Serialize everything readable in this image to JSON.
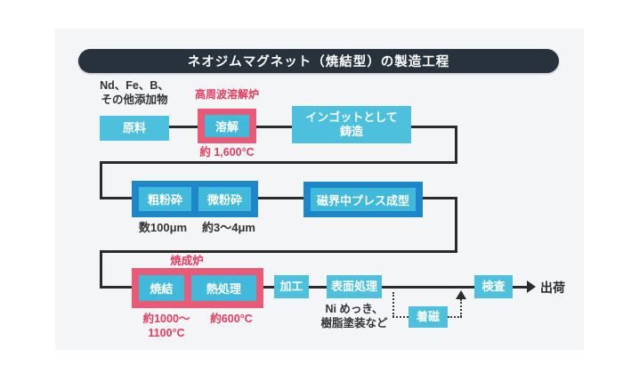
{
  "title": "ネオジムマグネット（焼結型）の製造工程",
  "steps": {
    "raw_material": "原料",
    "melting": "溶解",
    "ingot": "インゴットとして\n鋳造",
    "coarse_grinding": "粗粉砕",
    "fine_grinding": "微粉砕",
    "press": "磁界中プレス成型",
    "sintering": "焼結",
    "heat_treatment": "熱処理",
    "machining": "加工",
    "surface_treatment": "表面処理",
    "magnetizing": "着磁",
    "inspection": "検査"
  },
  "annotations": {
    "raw_materials_note": "Nd、Fe、B、\nその他添加物",
    "melting_furnace_label": "高周波溶解炉",
    "melting_temp": "約 1,600°C",
    "coarse_size": "数100μm",
    "fine_size": "約3～4μm",
    "sintering_furnace_label": "焼成炉",
    "sintering_temp": "約1000～\n1100°C",
    "heat_treatment_temp": "約600°C",
    "surface_note": "Ni めっき、\n樹脂塗装など",
    "shipping": "出荷"
  },
  "colors": {
    "panel_bg": "#f4f5f6",
    "title_bar": "#28323d",
    "box_blue": "#4cc0dc",
    "group_blue": "#1d87c9",
    "inner_blue": "#41b9da",
    "accent_pink": "#e85a75",
    "accent_red_text": "#e73a5e",
    "line": "#2b2b2b"
  }
}
